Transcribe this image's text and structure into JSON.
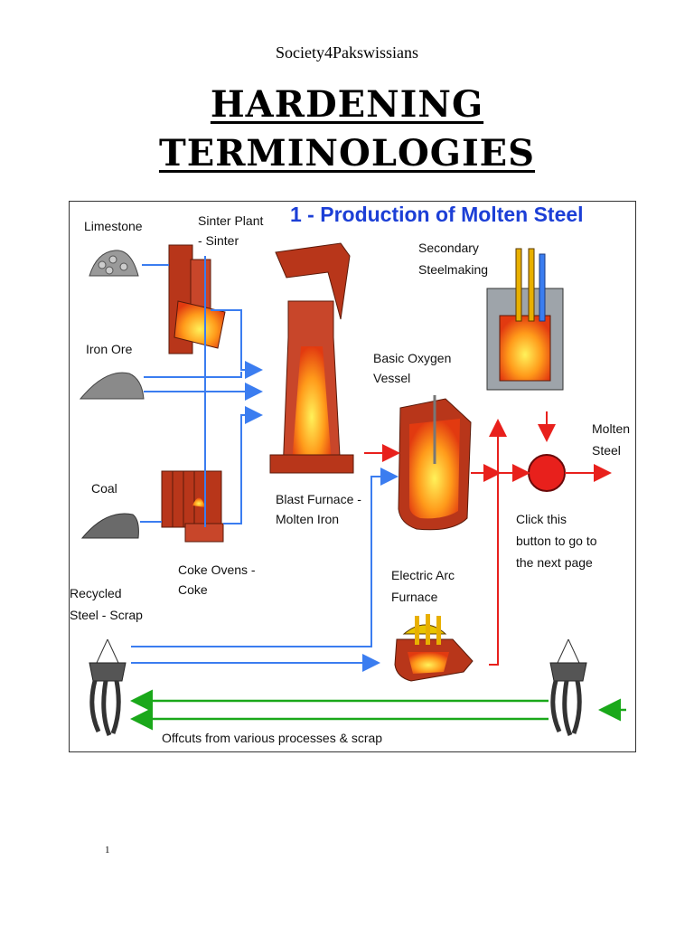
{
  "header": {
    "society": "Society4Pakswissians"
  },
  "title": {
    "line1": "HARDENING",
    "line2": "TERMINOLOGIES"
  },
  "figure": {
    "title": "1 - Production of Molten Steel",
    "labels": {
      "limestone": "Limestone",
      "sinter_1": "Sinter Plant",
      "sinter_2": "- Sinter",
      "iron_ore": "Iron Ore",
      "coal": "Coal",
      "coke_1": "Coke Ovens -",
      "coke_2": "Coke",
      "blast_1": "Blast Furnace -",
      "blast_2": "Molten Iron",
      "bov_1": "Basic Oxygen",
      "bov_2": "Vessel",
      "sec_1": "Secondary",
      "sec_2": "Steelmaking",
      "molten_1": "Molten",
      "molten_2": "Steel",
      "click_1": "Click this",
      "click_2": "button to go to",
      "click_3": "the next page",
      "eaf_1": "Electric Arc",
      "eaf_2": "Furnace",
      "recycled_1": "Recycled",
      "recycled_2": "Steel - Scrap",
      "offcuts": "Offcuts from various processes & scrap"
    },
    "colors": {
      "title": "#1c3fd6",
      "flow_blue": "#3b7df0",
      "flow_red": "#e8201c",
      "flow_green": "#1aa81a",
      "furnace": "#b8361a"
    }
  },
  "footer": {
    "page_number": "1"
  }
}
